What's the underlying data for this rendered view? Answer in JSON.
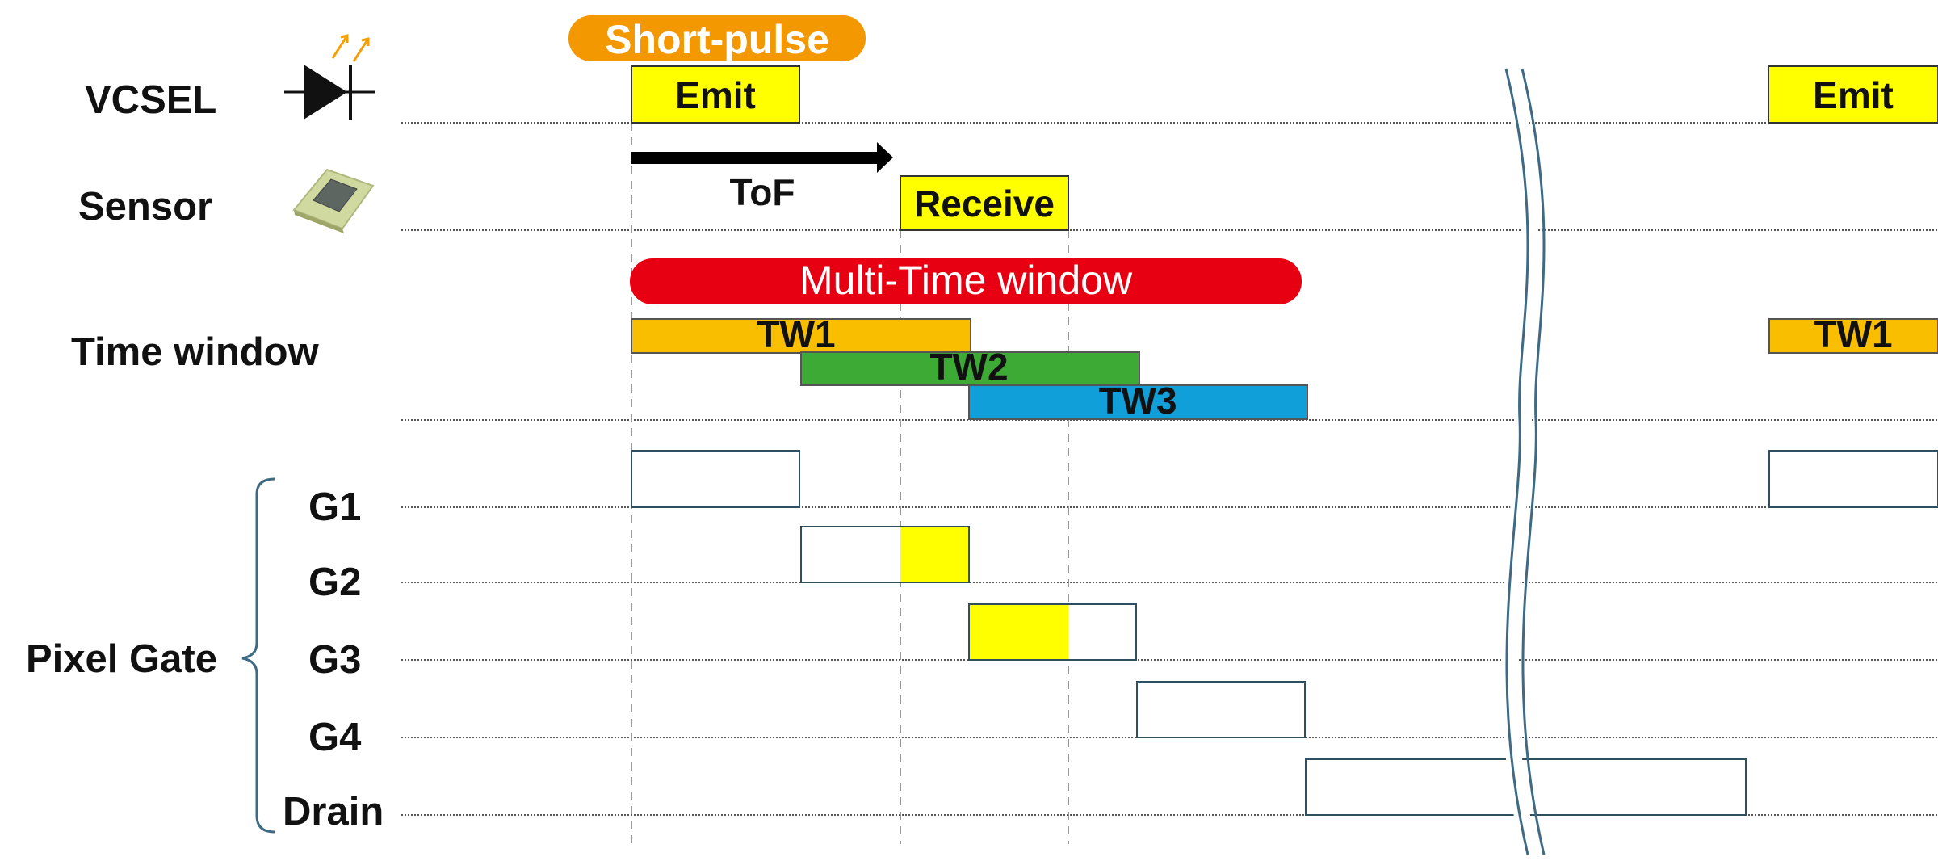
{
  "rows": {
    "vcsel": "VCSEL",
    "sensor": "Sensor",
    "time_window": "Time window",
    "g1": "G1",
    "g2": "G2",
    "g3": "G3",
    "g4": "G4",
    "drain": "Drain",
    "pixel_gate": "Pixel Gate"
  },
  "labels": {
    "short_pulse": "Short-pulse",
    "emit": "Emit",
    "tof": "ToF",
    "receive": "Receive",
    "multi_time_window": "Multi-Time window",
    "tw1": "TW1",
    "tw2": "TW2",
    "tw3": "TW3"
  },
  "icons": {
    "vcsel": "laser-diode-icon",
    "sensor": "sensor-chip-icon"
  },
  "colors": {
    "short_pulse": "#F39800",
    "emit": "#FFFF00",
    "receive": "#FFFF00",
    "multi_time_window": "#E60012",
    "tw1": "#FABE00",
    "tw2": "#3DAA35",
    "tw3": "#109FD8",
    "gate_highlight": "#FFFF00",
    "gate_border": "#2F4F5F"
  }
}
